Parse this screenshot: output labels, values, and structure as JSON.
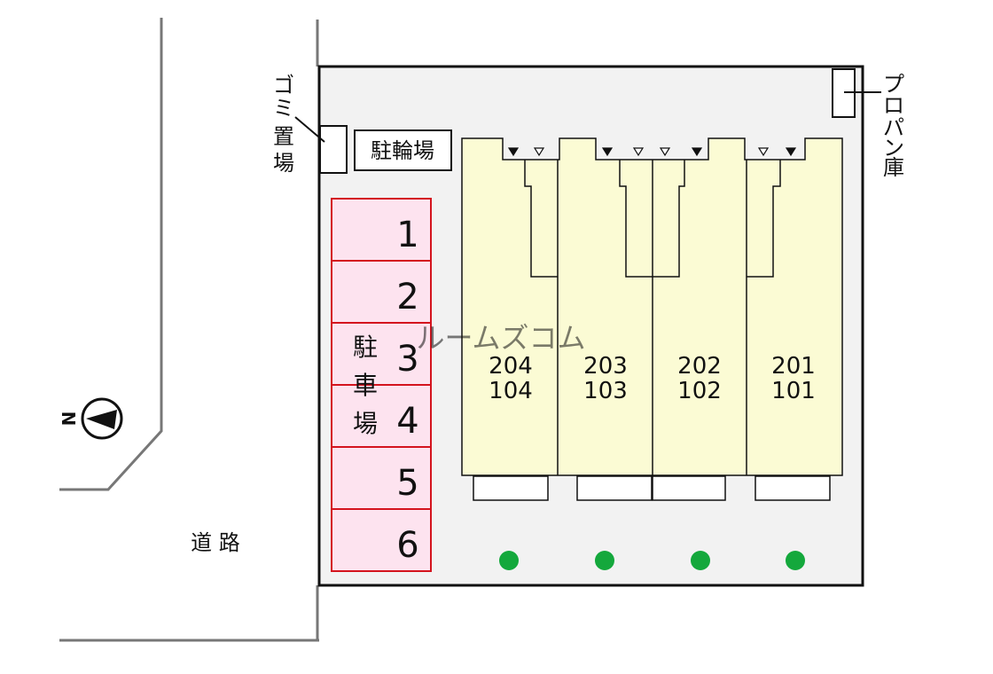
{
  "road_label": "道 路",
  "garbage_area": {
    "chars": [
      "ゴ",
      "ミ",
      "置",
      "場"
    ]
  },
  "bicycle_parking": {
    "label": "駐輪場"
  },
  "propane_storage": {
    "chars": [
      "プ",
      "ロ",
      "パ",
      "ン",
      "庫"
    ]
  },
  "parking": {
    "chars": [
      "駐",
      "車",
      "場"
    ],
    "spaces": [
      "1",
      "2",
      "3",
      "4",
      "5",
      "6"
    ]
  },
  "units": [
    {
      "upper": "204",
      "lower": "104"
    },
    {
      "upper": "203",
      "lower": "103"
    },
    {
      "upper": "202",
      "lower": "102"
    },
    {
      "upper": "201",
      "lower": "101"
    }
  ],
  "compass": {
    "letter": "N"
  },
  "watermark": "ルームズコム",
  "colors": {
    "lot_fill": "#f2f2f2",
    "building_fill": "#fbfbd4",
    "parking_fill": "#fde3ef",
    "parking_stroke": "#d4141e",
    "tree": "#14a83c"
  }
}
